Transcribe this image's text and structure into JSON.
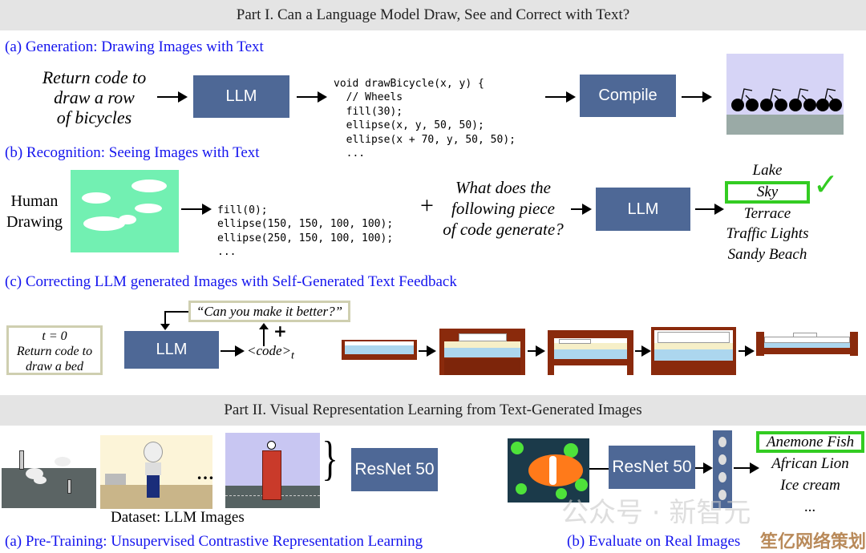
{
  "part1": {
    "title": "Part I. Can a Language Model Draw, See and Correct with Text?"
  },
  "gen": {
    "title": "(a) Generation: Drawing Images with Text",
    "prompt": [
      "Return code to",
      "draw a row",
      "of  bicycles"
    ],
    "llm": "LLM",
    "code": [
      "void drawBicycle(x, y) {",
      "  // Wheels",
      "  fill(30);",
      "  ellipse(x, y, 50, 50);",
      "  ellipse(x + 70, y, 50, 50);",
      "  ..."
    ],
    "compile": "Compile"
  },
  "rec": {
    "title": "(b) Recognition: Seeing Images with Text",
    "human": [
      "Human",
      "Drawing"
    ],
    "code": [
      "fill(0);",
      "ellipse(150, 150, 100, 100);",
      "ellipse(250, 150, 100, 100);",
      "..."
    ],
    "plus": "+",
    "question": [
      "What does the",
      "following piece",
      "of code generate?"
    ],
    "llm": "LLM",
    "answers": [
      "Lake",
      "Sky",
      "Terrace",
      "Traffic Lights",
      "Sandy Beach"
    ],
    "check": "✓"
  },
  "corr": {
    "title": "(c) Correcting LLM generated Images with Self-Generated Text Feedback",
    "t0": [
      "t = 0",
      "Return code to",
      "draw a bed"
    ],
    "llm": "LLM",
    "feedback": "“Can you make it better?”",
    "plus": "+",
    "code": "<code>",
    "sub": "t"
  },
  "part2": {
    "title": "Part II. Visual Representation Learning from Text-Generated Images"
  },
  "pre": {
    "ellipsis": "…",
    "dataset": "Dataset: LLM Images",
    "resnet": "ResNet 50",
    "title": "(a) Pre-Training: Unsupervised Contrastive Representation Learning"
  },
  "evalr": {
    "resnet": "ResNet 50",
    "labels": [
      "Anemone Fish",
      "African Lion",
      "Ice cream",
      "..."
    ],
    "title": "(b) Evaluate on Real Images"
  },
  "watermark": {
    "text1": "公众号 · 新智元",
    "text2": "笙亿网络策划"
  },
  "colors": {
    "box": "#4e6896",
    "blue": "#1515ee",
    "green": "#33cc22",
    "bed": "#8a2a0c"
  }
}
